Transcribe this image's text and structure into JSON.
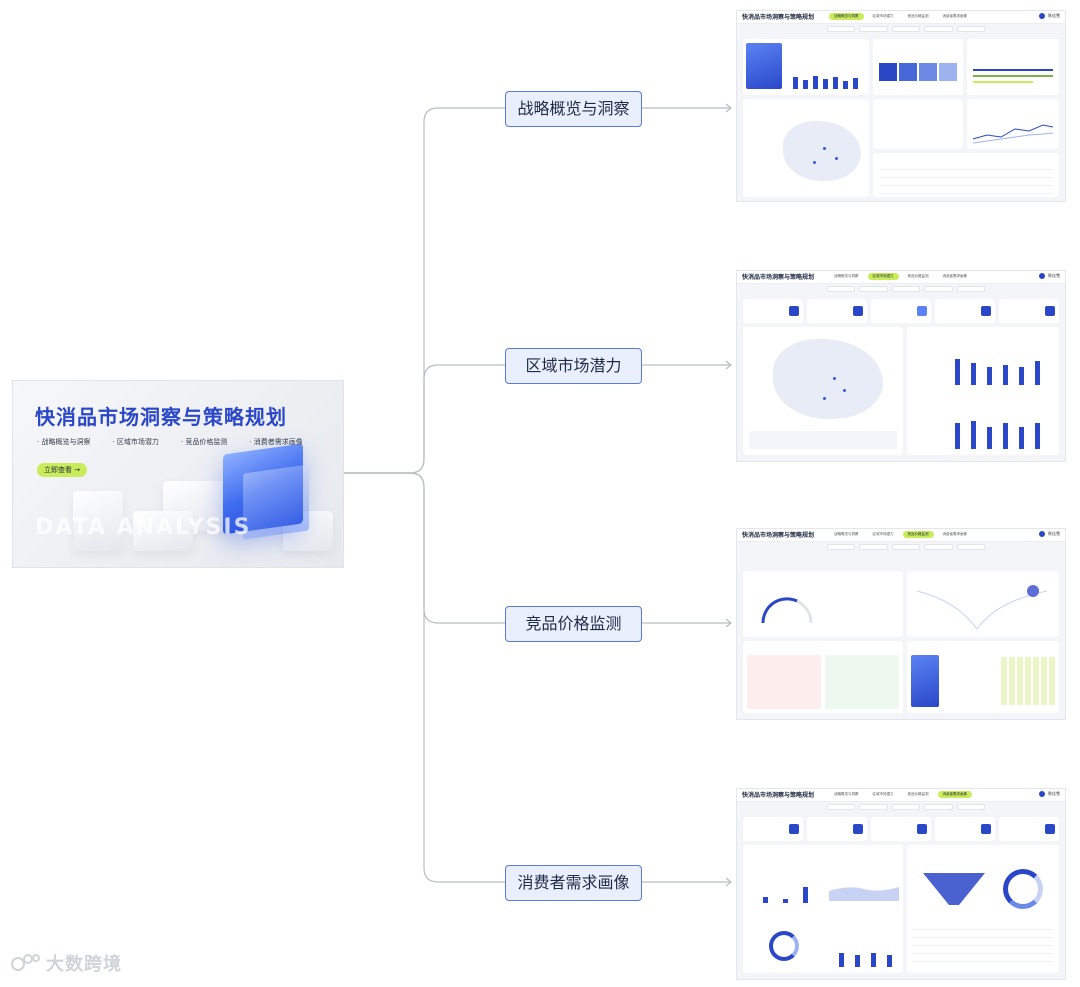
{
  "root": {
    "title": "快消品市场洞察与策略规划",
    "items": [
      "· 战略概览与洞察",
      "· 区域市场潜力",
      "· 竞品价格监测",
      "· 消费者需求画像"
    ],
    "button_label": "立即查看 →",
    "background_text": "DATA ANALYSIS"
  },
  "branches": [
    {
      "label": "战略概览与洞察"
    },
    {
      "label": "区域市场潜力"
    },
    {
      "label": "竞品价格监测"
    },
    {
      "label": "消费者需求画像"
    }
  ],
  "thumbnail": {
    "title": "快消品市场洞察与策略规划",
    "tabs": [
      "战略概览与洞察",
      "区域市场潜力",
      "竞品价格监测",
      "消费者需求画像"
    ],
    "user": "陈佳雪"
  },
  "logo": {
    "text": "大数跨境"
  },
  "colors": {
    "accent": "#2a47c8",
    "highlight": "#c9ec5a",
    "branch_border": "#5a7ad8",
    "branch_fill": "#e9effc",
    "connector": "#b8bcc4"
  }
}
